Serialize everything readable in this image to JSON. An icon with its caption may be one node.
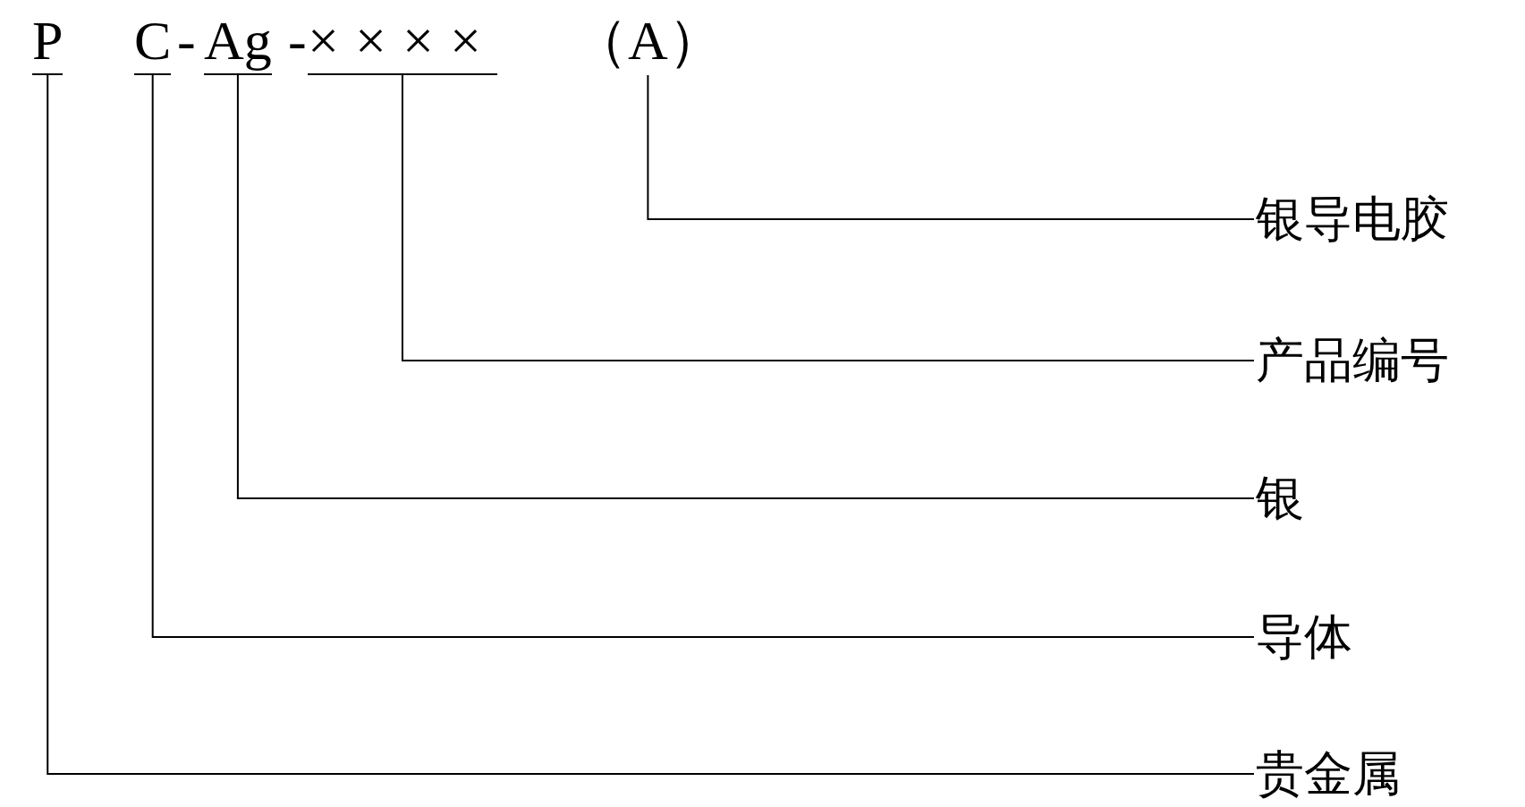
{
  "diagram": {
    "nodes": [
      {
        "text": [
          "P"
        ]
      },
      {
        "text": [
          "C"
        ]
      },
      {
        "text": [
          "Ag"
        ]
      },
      {
        "text": [
          "××××"
        ]
      },
      {
        "text": [
          "（A）"
        ]
      },
      {
        "text": [
          "银导电胶"
        ]
      },
      {
        "text": [
          "产品编号"
        ]
      },
      {
        "text": [
          "银"
        ]
      },
      {
        "text": [
          "导体"
        ]
      },
      {
        "text": [
          "贵金属"
        ]
      }
    ],
    "edges": [
      {
        "from": 4,
        "to": 5,
        "arrow": "none"
      },
      {
        "from": 3,
        "to": 6,
        "arrow": "none"
      },
      {
        "from": 2,
        "to": 7,
        "arrow": "none"
      },
      {
        "from": 1,
        "to": 8,
        "arrow": "none"
      },
      {
        "from": 0,
        "to": 9,
        "arrow": "none"
      }
    ],
    "labels": [
      "-",
      "-"
    ]
  }
}
